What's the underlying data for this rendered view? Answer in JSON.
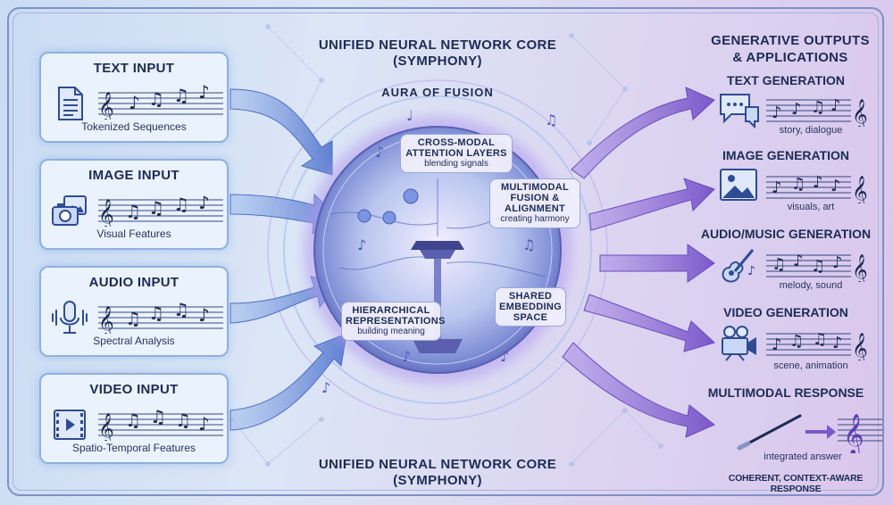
{
  "inputs": [
    {
      "title": "TEXT INPUT",
      "caption": "Tokenized Sequences",
      "icon": "document-icon"
    },
    {
      "title": "IMAGE INPUT",
      "caption": "Visual Features",
      "icon": "camera-photo-icon"
    },
    {
      "title": "AUDIO INPUT",
      "caption": "Spectral Analysis",
      "icon": "microphone-icon"
    },
    {
      "title": "VIDEO INPUT",
      "caption": "Spatio-Temporal Features",
      "icon": "video-file-icon"
    }
  ],
  "core": {
    "title_top": "UNIFIED NEURAL NETWORK CORE\n(SYMPHONY)",
    "title_bottom": "UNIFIED NEURAL NETWORK CORE\n(SYMPHONY)",
    "aura": "AURA OF FUSION",
    "attention": {
      "title": "CROSS-MODAL\nATTENTION LAYERS",
      "sub": "blending signals"
    },
    "fusion": {
      "title": "MULTIMODAL\nFUSION &\nALIGNMENT",
      "sub": "creating harmony"
    },
    "hierarchical": {
      "title": "HIERARCHICAL\nREPRESENTATIONS",
      "sub": "building meaning"
    },
    "shared": {
      "title": "SHARED\nEMBEDDING\nSPACE"
    }
  },
  "outputs": {
    "heading": "GENERATIVE OUTPUTS\n& APPLICATIONS",
    "items": [
      {
        "title": "TEXT GENERATION",
        "caption": "story, dialogue",
        "icon": "speech-bubble-icon"
      },
      {
        "title": "IMAGE GENERATION",
        "caption": "visuals, art",
        "icon": "image-icon"
      },
      {
        "title": "AUDIO/MUSIC GENERATION",
        "caption": "melody, sound",
        "icon": "guitar-icon"
      },
      {
        "title": "VIDEO GENERATION",
        "caption": "scene, animation",
        "icon": "video-camera-icon"
      }
    ],
    "response": {
      "title": "MULTIMODAL RESPONSE",
      "caption": "integrated answer",
      "line": "COHERENT, CONTEXT-AWARE RESPONSE",
      "icon": "baton-treble-clef-icon"
    }
  },
  "colors": {
    "input_arrow": "#6f8fd8",
    "output_arrow": "#8c6fd2",
    "core_glow": "#a58be6",
    "text": "#1d2b55"
  }
}
